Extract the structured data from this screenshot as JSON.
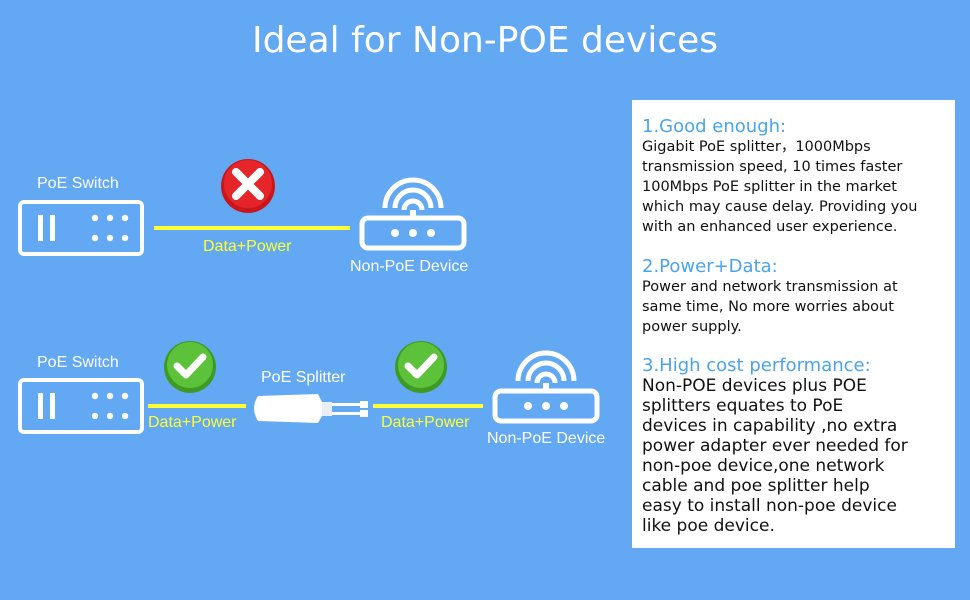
{
  "title": "Ideal for Non-POE devices",
  "row1": {
    "switch_label": "PoE Switch",
    "link_label": "Data+Power",
    "device_label": "Non-PoE Device"
  },
  "row2": {
    "switch_label": "PoE Switch",
    "link1_label": "Data+Power",
    "splitter_label": "PoE Splitter",
    "link2_label": "Data+Power",
    "device_label": "Non-PoE Device"
  },
  "panel": {
    "sections": [
      {
        "heading": "1.Good enough:",
        "body": "Gigabit PoE splitter，1000Mbps\ntransmission speed, 10 times faster\n100Mbps PoE splitter in the market\nwhich may cause delay.  Providing you\nwith an enhanced user experience."
      },
      {
        "heading": "2.Power+Data:",
        "body": "Power and network transmission at\nsame time, No more worries about\npower supply."
      },
      {
        "heading": "3.High cost performance:",
        "body": "Non-POE devices plus POE\nsplitters equates to PoE\ndevices in capability ,no extra\npower adapter ever needed for\nnon-poe device,one network\ncable and poe splitter help\neasy to install non-poe device\nlike poe device."
      }
    ]
  },
  "colors": {
    "background": "#62a8f2",
    "link": "#ffff33",
    "heading": "#4aa4ea",
    "cross": "#e5252a",
    "check": "#52b02e"
  },
  "icons": [
    "switch-icon",
    "router-icon",
    "cross-icon",
    "check-icon",
    "splitter-icon"
  ]
}
